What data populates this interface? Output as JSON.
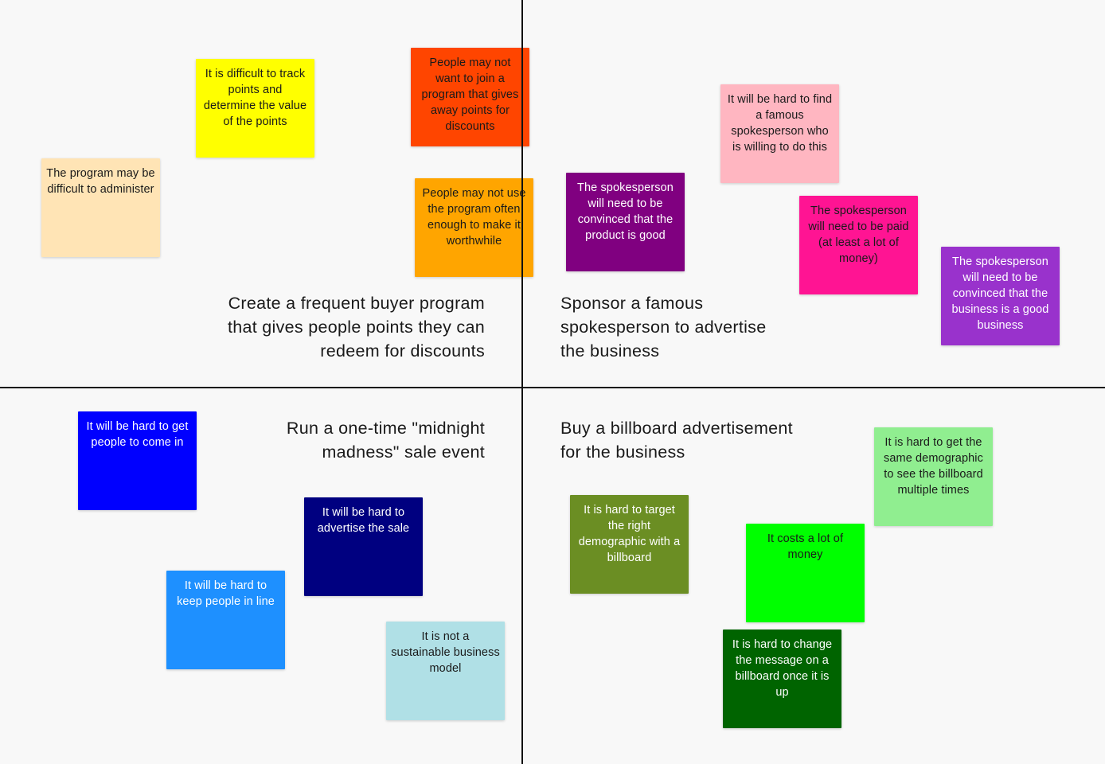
{
  "board": {
    "quadrants": {
      "top_left": {
        "title_lines": [
          "Create a frequent buyer program",
          "that gives people points they can",
          "redeem for discounts"
        ],
        "notes": [
          {
            "text": "The program may be difficult to administer",
            "color": "#FFE4B5"
          },
          {
            "text": "It is difficult to track points and determine the value of the points",
            "color": "#FFFF00"
          },
          {
            "text": "People may not want to join a program that gives away points for discounts",
            "color": "#FF4500"
          },
          {
            "text": "People may not use the program often enough to make it worthwhile",
            "color": "#FFA500"
          }
        ]
      },
      "top_right": {
        "title_lines": [
          "Sponsor a famous",
          "spokesperson to advertise",
          "the business"
        ],
        "notes": [
          {
            "text": "The spokesperson will need to be convinced that the product is good",
            "color": "#800080"
          },
          {
            "text": "It will be hard to find a famous spokesperson who is willing to do this",
            "color": "#FFB6C1"
          },
          {
            "text": "The spokesperson will need to be paid (at least a lot of money)",
            "color": "#FF1493"
          },
          {
            "text": "The spokesperson will need to be convinced that the business is a good business",
            "color": "#9932CC"
          }
        ]
      },
      "bottom_left": {
        "title_lines": [
          "Run a one-time \"midnight",
          "madness\" sale event"
        ],
        "notes": [
          {
            "text": "It will be hard to get people to come in",
            "color": "#0000FF"
          },
          {
            "text": "It will be hard to advertise the sale",
            "color": "#000080"
          },
          {
            "text": "It will be hard to keep people in line",
            "color": "#1E90FF"
          },
          {
            "text": "It is not a sustainable business model",
            "color": "#B0E0E6"
          }
        ]
      },
      "bottom_right": {
        "title_lines": [
          "Buy a billboard advertisement",
          "for the business"
        ],
        "notes": [
          {
            "text": "It is hard to target the right demographic with a billboard",
            "color": "#6B8E23"
          },
          {
            "text": "It costs a lot of money",
            "color": "#00FF00"
          },
          {
            "text": "It is hard to get the same demographic to see the billboard multiple times",
            "color": "#90EE90"
          },
          {
            "text": "It is hard to change the message on a billboard once it is up",
            "color": "#006400"
          }
        ]
      }
    }
  }
}
